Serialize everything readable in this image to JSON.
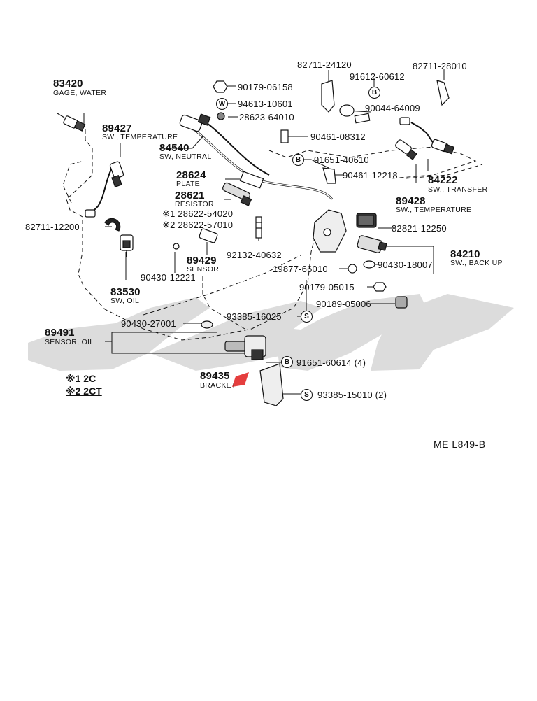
{
  "diagram_code": "ME L849-B",
  "watermark_colors": [
    "#d6d6d6",
    "#e11d1d"
  ],
  "notes": [
    "※1 2C",
    "※2 2CT"
  ],
  "callouts": {
    "p83420": {
      "number": "83420",
      "desc": "GAGE, WATER"
    },
    "p89427": {
      "number": "89427",
      "desc": "SW., TEMPERATURE"
    },
    "p84540": {
      "number": "84540",
      "desc": "SW, NEUTRAL"
    },
    "p28624": {
      "number": "28624",
      "desc": "PLATE"
    },
    "p28621": {
      "number": "28621",
      "desc": "RESISTOR"
    },
    "p28622a": {
      "number": "※1 28622-54020"
    },
    "p28622b": {
      "number": "※2 28622-57010"
    },
    "p82711a": {
      "number": "82711-12200"
    },
    "p89429": {
      "number": "89429",
      "desc": "SENSOR"
    },
    "p9213240632": {
      "number": "92132-40632"
    },
    "p9043012221": {
      "number": "90430-12221"
    },
    "p83530": {
      "number": "83530",
      "desc": "SW, OIL"
    },
    "p9017906158": {
      "number": "90179-06158"
    },
    "p9461310601": {
      "number": "94613-10601",
      "badge": "W"
    },
    "p2862364010": {
      "number": "28623-64010"
    },
    "p8271124120": {
      "number": "82711-24120"
    },
    "p9161260612": {
      "number": "91612-60612",
      "badge": "B"
    },
    "p8271128010": {
      "number": "82711-28010"
    },
    "p9004464009": {
      "number": "90044-64009"
    },
    "p9046108312": {
      "number": "90461-08312"
    },
    "p9165140610": {
      "number": "91651-40610",
      "badge": "B"
    },
    "p9046112218": {
      "number": "90461-12218"
    },
    "p84222": {
      "number": "84222",
      "desc": "SW., TRANSFER"
    },
    "p89428": {
      "number": "89428",
      "desc": "SW., TEMPERATURE"
    },
    "p8282112250": {
      "number": "82821-12250"
    },
    "p84210": {
      "number": "84210",
      "desc": "SW., BACK UP"
    },
    "p9043018007": {
      "number": "90430-18007"
    },
    "p1987766010": {
      "number": "19877-66010"
    },
    "p9017905015": {
      "number": "90179-05015"
    },
    "p9018905006": {
      "number": "90189-05006"
    },
    "p9338516025": {
      "number": "93385-16025",
      "badge": "S"
    },
    "p9043027001": {
      "number": "90430-27001"
    },
    "p89491": {
      "number": "89491",
      "desc": "SENSOR, OIL"
    },
    "p9165160614": {
      "number": "91651-60614 (4)",
      "badge": "B"
    },
    "p89435": {
      "number": "89435",
      "desc": "BRACKET"
    },
    "p9338515010": {
      "number": "93385-15010 (2)",
      "badge": "S"
    }
  }
}
